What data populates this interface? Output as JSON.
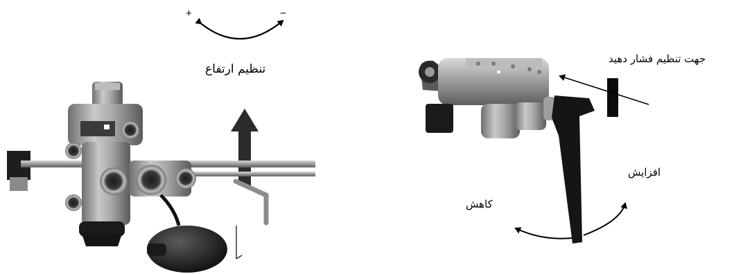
{
  "figure_left": {
    "plus_sign": "+",
    "minus_sign": "−",
    "height_adjust_label": "تنظیم ارتفاع"
  },
  "figure_right": {
    "pressure_adjust_label": "جهت تنظیم فشار دهید",
    "increase_label": "افزایش",
    "decrease_label": "کاهش"
  }
}
